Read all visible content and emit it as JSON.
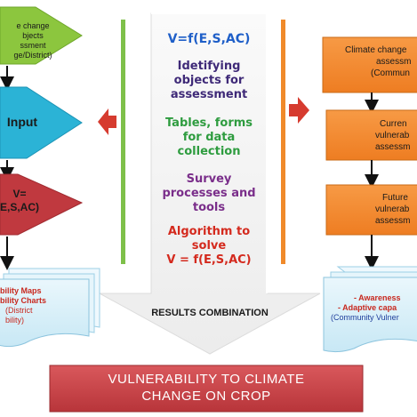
{
  "left": {
    "shape_top": [
      "e change",
      "bjects",
      "ssment",
      "ge/District)"
    ],
    "shape_input": "Input",
    "shape_formula": [
      "V=",
      "E,S,AC)"
    ],
    "output_doc": [
      "bility Maps",
      "bility Charts",
      "(District",
      "bility)"
    ]
  },
  "center": {
    "formula": "V=f(E,S,AC)",
    "identify": [
      "Idetifying",
      "objects for",
      "assessment"
    ],
    "tables": [
      "Tables, forms",
      "for data",
      "collection"
    ],
    "survey": [
      "Survey",
      "processes and",
      "tools"
    ],
    "algorithm": [
      "Algorithm to",
      "solve",
      "V = f(E,S,AC)"
    ],
    "combination": "RESULTS COMBINATION"
  },
  "right": {
    "box1": [
      "Climate change",
      "assessm",
      "(Commun"
    ],
    "box2": [
      "Curren",
      "vulnerab",
      "assessm"
    ],
    "box3": [
      "Future",
      "vulnerab",
      "assessm"
    ],
    "doc": [
      "- Awareness",
      "- Adaptive capa",
      "(Community Vulner"
    ]
  },
  "bottom": {
    "title": [
      "VULNERABILITY TO CLIMATE",
      "CHANGE ON CROP"
    ]
  },
  "colors": {
    "green_shape": "#8cc63e",
    "blue_shape": "#2bb3d6",
    "red_shape": "#c0393f",
    "orange_box": "#f58a2c",
    "center_panel": "#f2f2f2",
    "green_bar": "#7ec04a",
    "orange_bar": "#f08a2a",
    "big_arrow": "#d63b2f",
    "bottom_bar": "#c94549",
    "formula_blue": "#1f5fc8",
    "identify_purple": "#3f2a78",
    "tables_green": "#2e9c3f",
    "survey_purple": "#7a2e8a",
    "algorithm_red": "#d42a1e",
    "doc_red": "#c8281e",
    "doc_blue": "#1f3f9c"
  }
}
